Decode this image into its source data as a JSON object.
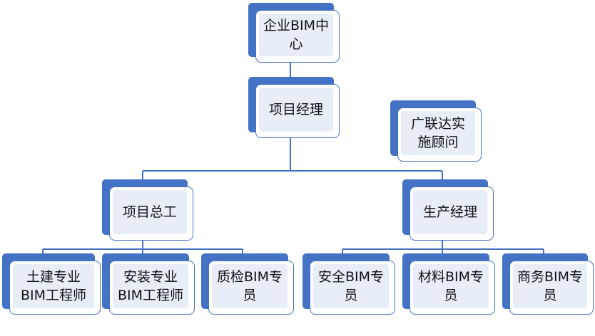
{
  "colors": {
    "accent": "#4472c4",
    "card_fill": "#e8eef8",
    "line": "#4472c4"
  },
  "nodes": {
    "center": "企业BIM中\n心",
    "project_manager": "项目经理",
    "consultant": "广联达实\n施顾问",
    "chief_engineer": "项目总工",
    "production_manager": "生产经理",
    "civil_engineer": "土建专业\nBIM工程师",
    "install_engineer": "安装专业\nBIM工程师",
    "qc_specialist": "质检BIM专\n员",
    "safety_specialist": "安全BIM专\n员",
    "material_specialist": "材料BIM专\n员",
    "business_specialist": "商务BIM专\n员"
  }
}
